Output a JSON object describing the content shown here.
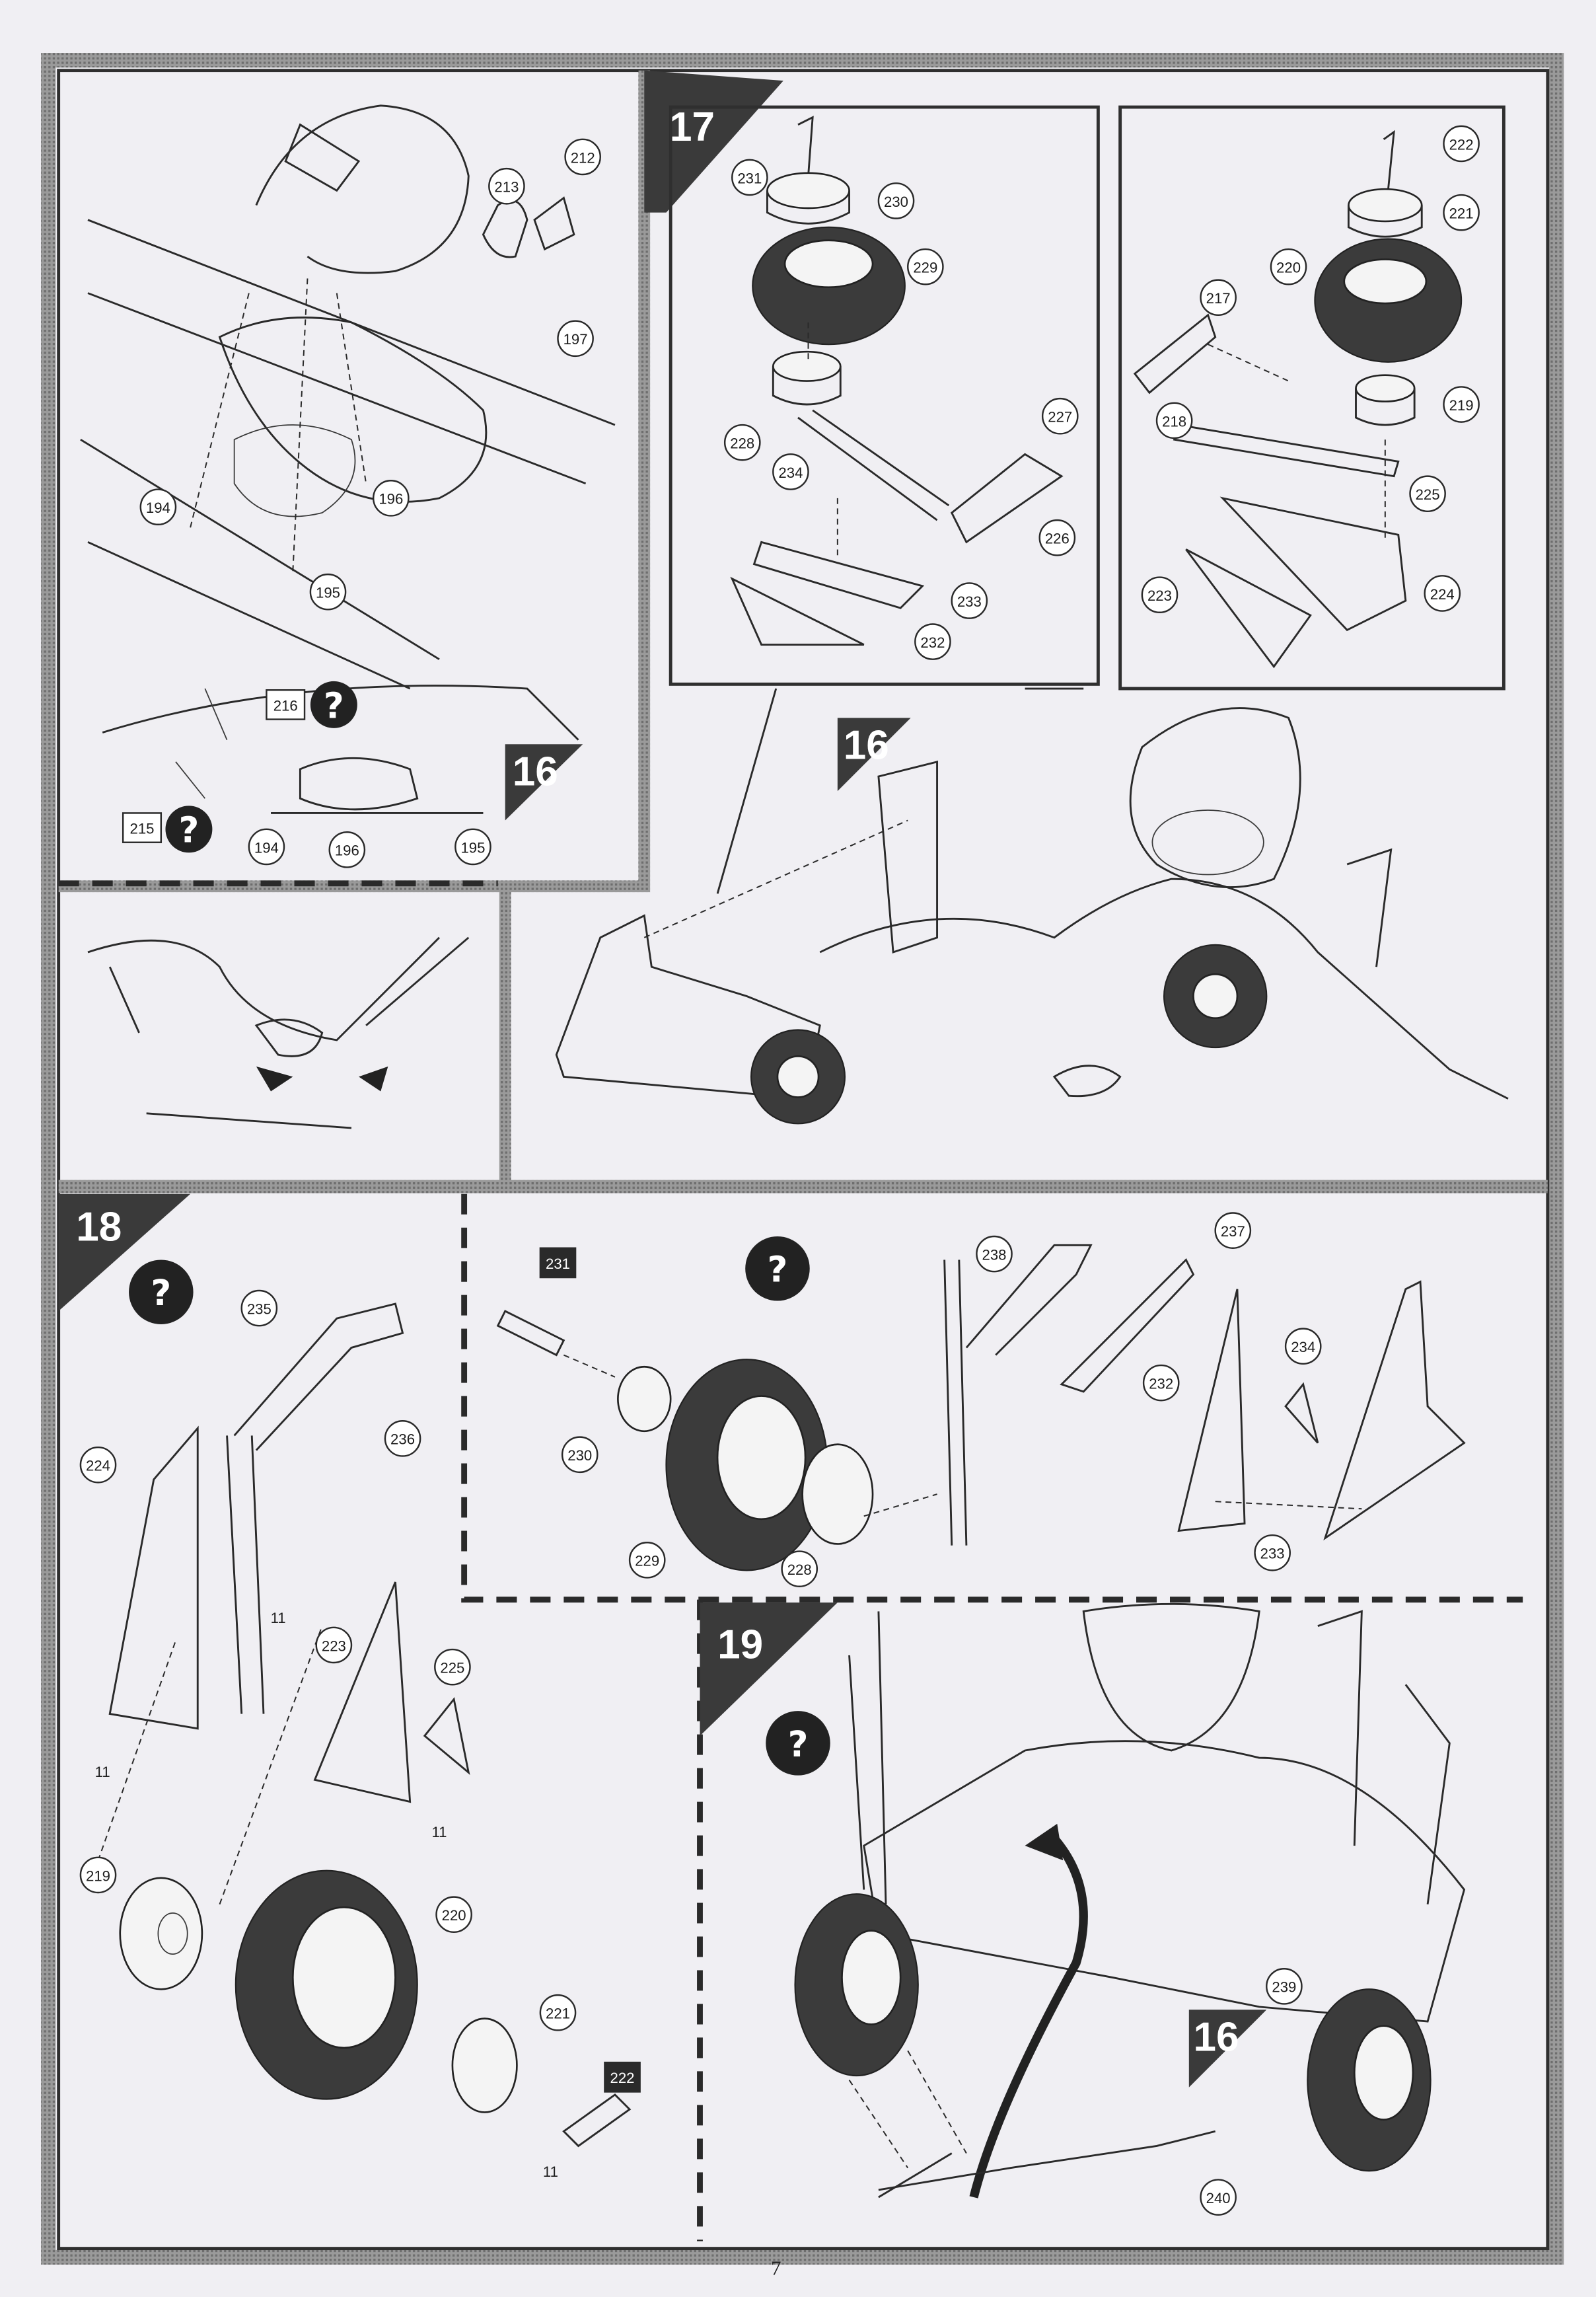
{
  "page_number": "7",
  "help_symbol": "?",
  "panel_a": {
    "step": "16",
    "callouts": [
      "212",
      "213",
      "197",
      "196",
      "194",
      "195",
      "194",
      "196",
      "195"
    ],
    "boxed": [
      "216",
      "215"
    ]
  },
  "step17": {
    "step": "17",
    "left_callouts": [
      "231",
      "230",
      "229",
      "228",
      "234",
      "227",
      "226",
      "233",
      "232"
    ],
    "right_callouts": [
      "222",
      "221",
      "220",
      "217",
      "219",
      "218",
      "225",
      "223",
      "224"
    ],
    "sub_step": "16"
  },
  "step18": {
    "step": "18",
    "left_callouts": [
      "235",
      "236",
      "224",
      "11",
      "11",
      "223",
      "225",
      "11",
      "219",
      "220",
      "221",
      "11"
    ],
    "left_boxed": [
      "222"
    ],
    "mid_callouts": [
      "238",
      "237",
      "234",
      "232",
      "230",
      "229",
      "228",
      "233"
    ],
    "mid_boxed": [
      "231"
    ]
  },
  "step19": {
    "step": "19",
    "callouts": [
      "239",
      "240"
    ],
    "sub_step": "16"
  },
  "colors": {
    "paper": "#f0eff3",
    "ink": "#2a2a2a",
    "frame": "#8c8c8c"
  }
}
